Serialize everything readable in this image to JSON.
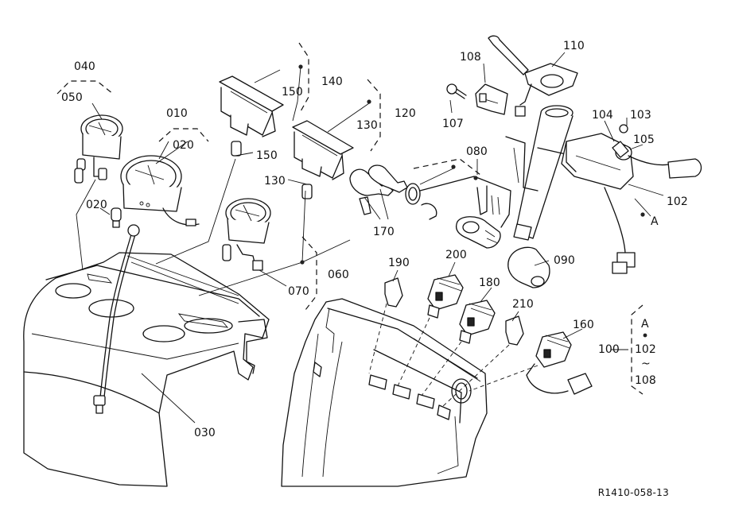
{
  "drawing_code": "R1410-058-13",
  "part_labels": {
    "p010": "010",
    "p020a": "020",
    "p020b": "020",
    "p030": "030",
    "p040": "040",
    "p050": "050",
    "p060": "060",
    "p070": "070",
    "p080": "080",
    "p090": "090",
    "p100": "100",
    "p102": "102",
    "p103": "103",
    "p104": "104",
    "p105": "105",
    "p107": "107",
    "p108": "108",
    "p110": "110",
    "p120": "120",
    "p130a": "130",
    "p130b": "130",
    "p140": "140",
    "p150a": "150",
    "p150b": "150",
    "p160": "160",
    "p170": "170",
    "p180": "180",
    "p190": "190",
    "p200": "200",
    "p210": "210",
    "pointA": "A"
  },
  "group_100": {
    "ref_a": "A",
    "from": "102",
    "tilde": "~",
    "to": "108"
  }
}
